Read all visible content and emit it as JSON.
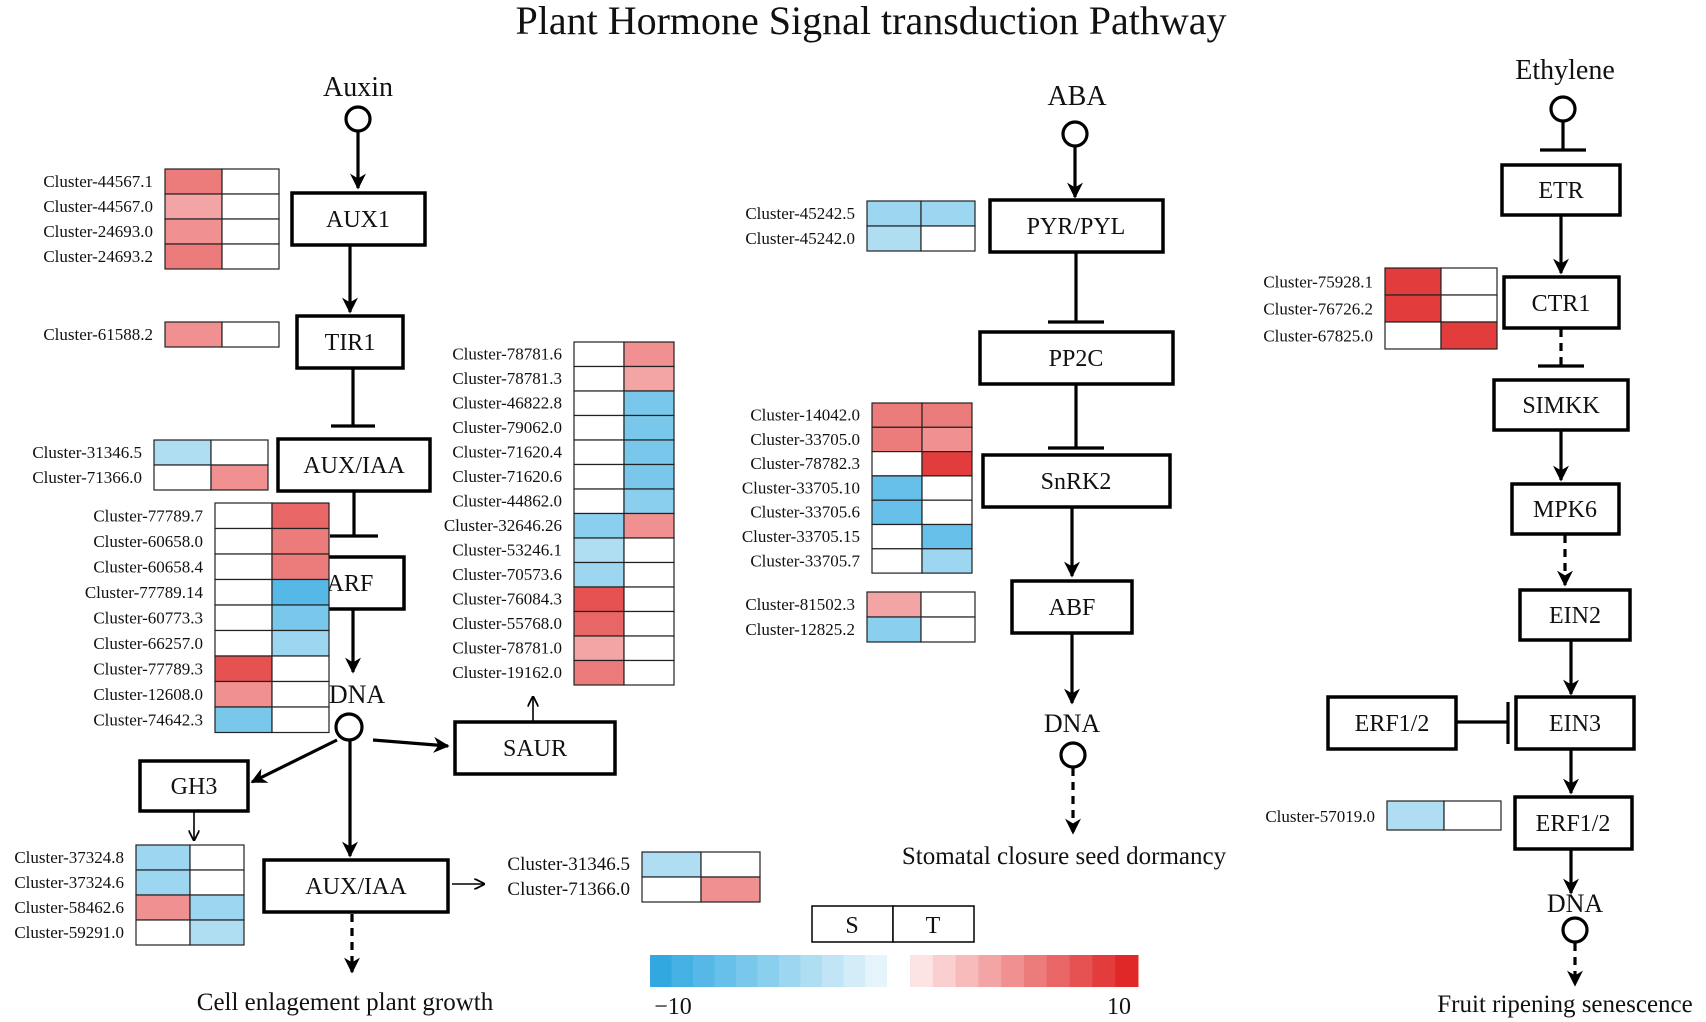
{
  "title": "Plant Hormone Signal transduction Pathway",
  "colors": {
    "red_gene_text": "#e0201c",
    "blue_scale": [
      "#31a9e0",
      "#43b1e3",
      "#55b8e6",
      "#67c0e9",
      "#79c8eb",
      "#8bcfee",
      "#9dd6f0",
      "#afdef3",
      "#c1e5f6",
      "#d3edf8",
      "#e5f4fb"
    ],
    "red_scale": [
      "#fce4e4",
      "#f9cfcf",
      "#f6baba",
      "#f3a5a5",
      "#f09090",
      "#ec7b7b",
      "#e96666",
      "#e65151",
      "#e33c3c",
      "#e02828"
    ]
  },
  "hormones": {
    "auxin": "Auxin",
    "aba": "ABA",
    "ethylene": "Ethylene"
  },
  "dna_labels": {
    "auxin": "DNA",
    "aba": "DNA",
    "ethylene": "DNA"
  },
  "outcomes": {
    "auxin": "Cell enlagement plant growth",
    "aba": "Stomatal closure seed dormancy",
    "ethylene": "Fruit ripening senescence"
  },
  "genes": {
    "AUX1": "AUX1",
    "TIR1": "TIR1",
    "AUX_IAA": "AUX/IAA",
    "ARF": "ARF",
    "GH3": "GH3",
    "SAUR": "SAUR",
    "AUX_IAA_2": "AUX/IAA",
    "PYR_PYL": "PYR/PYL",
    "PP2C": "PP2C",
    "SnRK2": "SnRK2",
    "ABF": "ABF",
    "ETR": "ETR",
    "CTR1": "CTR1",
    "SIMKK": "SIMKK",
    "MPK6": "MPK6",
    "EIN2": "EIN2",
    "EIN3": "EIN3",
    "ERF12_side": "ERF1/2",
    "ERF12": "ERF1/2"
  },
  "heatmaps": {
    "aux1": [
      {
        "label": "Cluster-44567.1",
        "s": 5,
        "t": 0
      },
      {
        "label": "Cluster-44567.0",
        "s": 3,
        "t": 0
      },
      {
        "label": "Cluster-24693.0",
        "s": 4,
        "t": 0
      },
      {
        "label": "Cluster-24693.2",
        "s": 5,
        "t": 0
      }
    ],
    "tir1": [
      {
        "label": "Cluster-61588.2",
        "s": 4,
        "t": 0
      }
    ],
    "auxiaa1": [
      {
        "label": "Cluster-31346.5",
        "s": -3,
        "t": 0
      },
      {
        "label": "Cluster-71366.0",
        "s": 0,
        "t": 4
      }
    ],
    "arf": [
      {
        "label": "Cluster-77789.7",
        "s": 0,
        "t": 7
      },
      {
        "label": "Cluster-60658.0",
        "s": 0,
        "t": 6
      },
      {
        "label": "Cluster-60658.4",
        "s": 0,
        "t": 5
      },
      {
        "label": "Cluster-77789.14",
        "s": 0,
        "t": -8
      },
      {
        "label": "Cluster-60773.3",
        "s": 0,
        "t": -6
      },
      {
        "label": "Cluster-66257.0",
        "s": 0,
        "t": -4
      },
      {
        "label": "Cluster-77789.3",
        "s": 8,
        "t": 0
      },
      {
        "label": "Cluster-12608.0",
        "s": 4,
        "t": 0
      },
      {
        "label": "Cluster-74642.3",
        "s": -6,
        "t": 0
      }
    ],
    "saur": [
      {
        "label": "Cluster-78781.6",
        "s": 0,
        "t": 4
      },
      {
        "label": "Cluster-78781.3",
        "s": 0,
        "t": 3
      },
      {
        "label": "Cluster-46822.8",
        "s": 0,
        "t": -6
      },
      {
        "label": "Cluster-79062.0",
        "s": 0,
        "t": -6
      },
      {
        "label": "Cluster-71620.4",
        "s": 0,
        "t": -6
      },
      {
        "label": "Cluster-71620.6",
        "s": 0,
        "t": -6
      },
      {
        "label": "Cluster-44862.0",
        "s": 0,
        "t": -5
      },
      {
        "label": "Cluster-32646.26",
        "s": -5,
        "t": 4
      },
      {
        "label": "Cluster-53246.1",
        "s": -3,
        "t": 0
      },
      {
        "label": "Cluster-70573.6",
        "s": -4,
        "t": 0
      },
      {
        "label": "Cluster-76084.3",
        "s": 8,
        "t": 0
      },
      {
        "label": "Cluster-55768.0",
        "s": 7,
        "t": 0
      },
      {
        "label": "Cluster-78781.0",
        "s": 3,
        "t": 0
      },
      {
        "label": "Cluster-19162.0",
        "s": 5,
        "t": 0
      }
    ],
    "gh3": [
      {
        "label": "Cluster-37324.8",
        "s": -4,
        "t": 0
      },
      {
        "label": "Cluster-37324.6",
        "s": -4,
        "t": 0
      },
      {
        "label": "Cluster-58462.6",
        "s": 4,
        "t": -4
      },
      {
        "label": "Cluster-59291.0",
        "s": 0,
        "t": -3
      }
    ],
    "auxiaa2": [
      {
        "label": "Cluster-31346.5",
        "s": -3,
        "t": 0
      },
      {
        "label": "Cluster-71366.0",
        "s": 0,
        "t": 4
      }
    ],
    "pyr": [
      {
        "label": "Cluster-45242.5",
        "s": -4,
        "t": -4
      },
      {
        "label": "Cluster-45242.0",
        "s": -3,
        "t": 0
      }
    ],
    "snrk2": [
      {
        "label": "Cluster-14042.0",
        "s": 5,
        "t": 5
      },
      {
        "label": "Cluster-33705.0",
        "s": 5,
        "t": 4
      },
      {
        "label": "Cluster-78782.3",
        "s": 0,
        "t": 9
      },
      {
        "label": "Cluster-33705.10",
        "s": -7,
        "t": 0
      },
      {
        "label": "Cluster-33705.6",
        "s": -7,
        "t": 0
      },
      {
        "label": "Cluster-33705.15",
        "s": 0,
        "t": -7
      },
      {
        "label": "Cluster-33705.7",
        "s": 0,
        "t": -4
      }
    ],
    "abf": [
      {
        "label": "Cluster-81502.3",
        "s": 3,
        "t": 0
      },
      {
        "label": "Cluster-12825.2",
        "s": -5,
        "t": 0
      }
    ],
    "ctr1": [
      {
        "label": "Cluster-75928.1",
        "s": 9,
        "t": 0
      },
      {
        "label": "Cluster-76726.2",
        "s": 9,
        "t": 0
      },
      {
        "label": "Cluster-67825.0",
        "s": 0,
        "t": 9
      }
    ],
    "erf12": [
      {
        "label": "Cluster-57019.0",
        "s": -3,
        "t": 0
      }
    ]
  },
  "legend": {
    "s_label": "S",
    "t_label": "T",
    "min_label": "−10",
    "max_label": "10",
    "min": -10,
    "max": 10
  }
}
